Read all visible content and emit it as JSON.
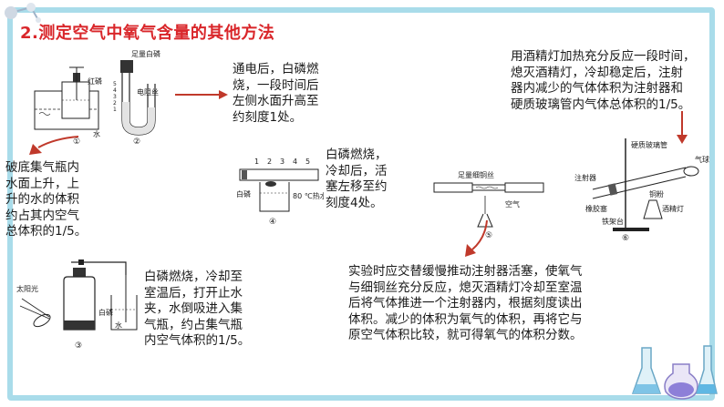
{
  "slide": {
    "title": "2.测定空气中氧气含量的其他方法"
  },
  "notes": {
    "fig12": [
      "通电后，白磷燃",
      "烧，一段时间后",
      "左侧水面升高至",
      "约刻度1处。"
    ],
    "fig1_left": [
      "破底集气瓶内",
      "水面上升，上",
      "升的水的体积",
      "约占其内空气",
      "总体积的1/5。"
    ],
    "fig4": [
      "白磷燃烧，",
      "冷却后，活",
      "塞左移至约",
      "刻度4处。"
    ],
    "fig6": [
      "用酒精灯加热充分反应一段时间，",
      "熄灭酒精灯，冷却稳定后，注射",
      "器内减少的气体体积为注射器和",
      "硬质玻璃管内气体总体积的1/5。"
    ],
    "fig3": [
      "白磷燃烧，冷却至",
      "室温后，打开止水",
      "夹，水倒吸进入集",
      "气瓶，约占集气瓶",
      "内空气体积的1/5。"
    ],
    "fig5": [
      "实验时应交替缓慢推动注射器活塞，使氧气",
      "与细铜丝充分反应，熄灭酒精灯冷却至室温",
      "后将气体推进一个注射器内，根据刻度读出",
      "体积。减少的体积为氧气的体积，再将它与",
      "原空气体积比较，就可得氧气的体积分数。"
    ]
  },
  "figures": {
    "f1": {
      "label_red_p": "红磷",
      "label_water": "水",
      "index": "①"
    },
    "f2": {
      "label_white_p": "足量白磷",
      "label_resistor": "电阻丝",
      "ticks": [
        "5",
        "4",
        "3",
        "2",
        "1"
      ],
      "index": "②"
    },
    "f4": {
      "ticks": [
        "1",
        "2",
        "3",
        "4",
        "5"
      ],
      "label_white_p": "白磷",
      "label_hot_water": "80 ℃热水",
      "index": "④"
    },
    "f5": {
      "label_copper": "足量细铜丝",
      "label_air": "空气",
      "index": "⑤"
    },
    "f6": {
      "label_tube": "硬质玻璃管",
      "label_syringe": "注射器",
      "label_balloon": "气球",
      "label_stopper": "橡胶塞",
      "label_copper": "铜粉",
      "label_lamp": "酒精灯",
      "label_stand": "铁架台",
      "index": "⑥"
    },
    "f3": {
      "label_sun": "太阳光",
      "label_white_p": "白磷",
      "label_water": "水",
      "index": "③"
    }
  },
  "colors": {
    "title": "#d9262a",
    "arrow": "#c0392b",
    "frame": "#a9dcea"
  }
}
